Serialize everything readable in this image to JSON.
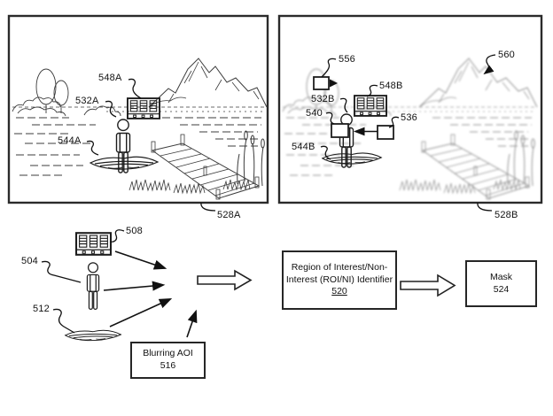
{
  "panel_a": {
    "frame_ref": "528A",
    "truck_ref": "548A",
    "person_ref": "532A",
    "boat_ref": "544A"
  },
  "panel_b": {
    "frame_ref": "528B",
    "indicator_ref": "556",
    "mountain_ref": "560",
    "truck_ref": "548B",
    "person_ref": "532B",
    "left_box_ref": "540",
    "right_box_ref": "536",
    "boat_ref": "544B"
  },
  "flow": {
    "truck_ref": "508",
    "person_ref": "504",
    "boat_ref": "512",
    "blurring_box": {
      "label": "Blurring AOI",
      "ref": "516"
    },
    "roi_box": {
      "line1": "Region of Interest/Non-",
      "line2": "Interest (ROI/NI) Identifier",
      "ref": "520"
    },
    "mask_box": {
      "label": "Mask",
      "ref": "524"
    }
  },
  "colors": {
    "ink": "#1d1d1d",
    "blurred_gray": "#949494"
  }
}
